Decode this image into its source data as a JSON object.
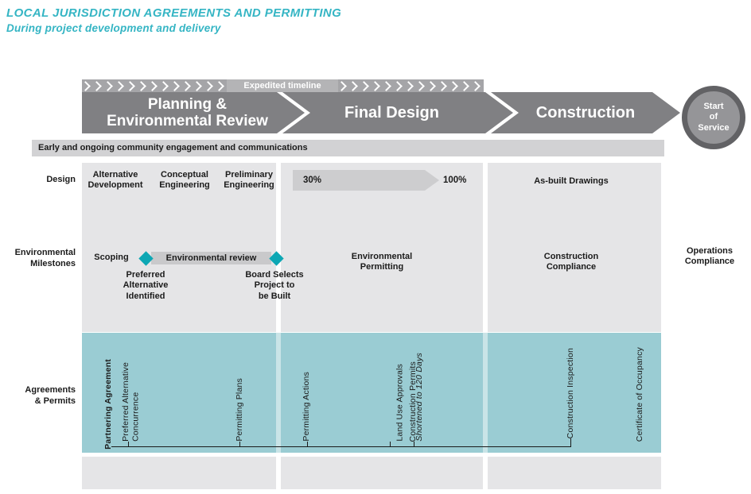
{
  "header": {
    "title": "LOCAL JURISDICTION AGREEMENTS AND PERMITTING",
    "subtitle": "During project development and delivery"
  },
  "colors": {
    "accent_teal": "#35b5c4",
    "band_teal": "#9accd3",
    "diamond_teal": "#0da7b4",
    "phase_gray": "#808083",
    "column_gray": "#e5e5e7"
  },
  "phase_band": {
    "expedited_label": "Expedited timeline",
    "phase1": "Planning &\nEnvironmental Review",
    "phase2": "Final Design",
    "phase3": "Construction",
    "terminal": "Start\nof\nService"
  },
  "engagement_bar": "Early and ongoing community engagement and communications",
  "design_row": {
    "label": "Design",
    "items": [
      "Alternative\nDevelopment",
      "Conceptual\nEngineering",
      "Preliminary\nEngineering"
    ],
    "progress_start": "30%",
    "progress_end": "100%",
    "as_built": "As-built Drawings"
  },
  "environmental_row": {
    "label": "Environmental\nMilestones",
    "scoping": "Scoping",
    "review_bar": "Environmental review",
    "preferred_alternative": "Preferred\nAlternative\nIdentified",
    "board_selects": "Board Selects\nProject to\nbe Built",
    "environmental_permitting": "Environmental\nPermitting",
    "construction_compliance": "Construction\nCompliance",
    "operations_compliance": "Operations\nCompliance"
  },
  "permits_row": {
    "label": "Agreements\n& Permits",
    "items": [
      {
        "label": "Partnering Agreement"
      },
      {
        "label": "Preferred Alternative\nConcurrence"
      },
      {
        "label": "Permitting Plans"
      },
      {
        "label": "Permitting Actions"
      },
      {
        "label": "Land Use Approvals",
        "note": "Shortened to 120 Days"
      },
      {
        "label": "Construction Permits"
      },
      {
        "label": "Construction Inspection"
      },
      {
        "label": "Certificate of Occupancy"
      }
    ]
  }
}
